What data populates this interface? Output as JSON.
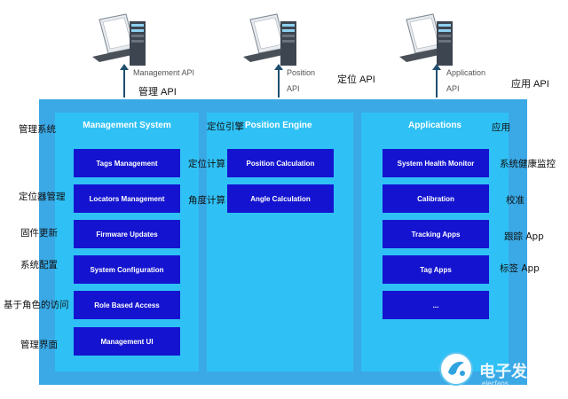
{
  "top": {
    "management": {
      "api_gray": "Management API",
      "api_cn": "管理 API"
    },
    "position": {
      "api_gray_1": "Position",
      "api_gray_2": "API",
      "api_cn": "定位 API"
    },
    "application": {
      "api_gray_1": "Application",
      "api_gray_2": "API",
      "api_cn": "应用 API"
    }
  },
  "columns": {
    "management": {
      "title": "Management System",
      "title_cn": "管理系统",
      "boxes": [
        {
          "label": "Tags Management",
          "cn": ""
        },
        {
          "label": "Locators Management",
          "cn": "定位器管理"
        },
        {
          "label": "Firmware Updates",
          "cn": "固件更新"
        },
        {
          "label": "System Configuration",
          "cn": "系统配置"
        },
        {
          "label": "Role Based Access",
          "cn": "基于角色的访问"
        },
        {
          "label": "Management UI",
          "cn": "管理界面"
        }
      ]
    },
    "position": {
      "title": "Position Engine",
      "title_cn": "定位引擎",
      "boxes": [
        {
          "label": "Position Calculation",
          "cn": "定位计算"
        },
        {
          "label": "Angle Calculation",
          "cn": "角度计算"
        }
      ]
    },
    "applications": {
      "title": "Applications",
      "title_cn": "应用",
      "boxes": [
        {
          "label": "System Health Monitor",
          "cn": "系统健康监控"
        },
        {
          "label": "Calibration",
          "cn": "校准"
        },
        {
          "label": "Tracking Apps",
          "cn": "跟踪 App"
        },
        {
          "label": "Tag Apps",
          "cn": "标签 App"
        },
        {
          "label": "...",
          "cn": ""
        }
      ]
    }
  },
  "watermark": {
    "text": "电子发",
    "sub": "elecfans"
  },
  "colors": {
    "frame": "#3aa9e6",
    "column": "#2fc1f5",
    "box": "#1414d0"
  }
}
